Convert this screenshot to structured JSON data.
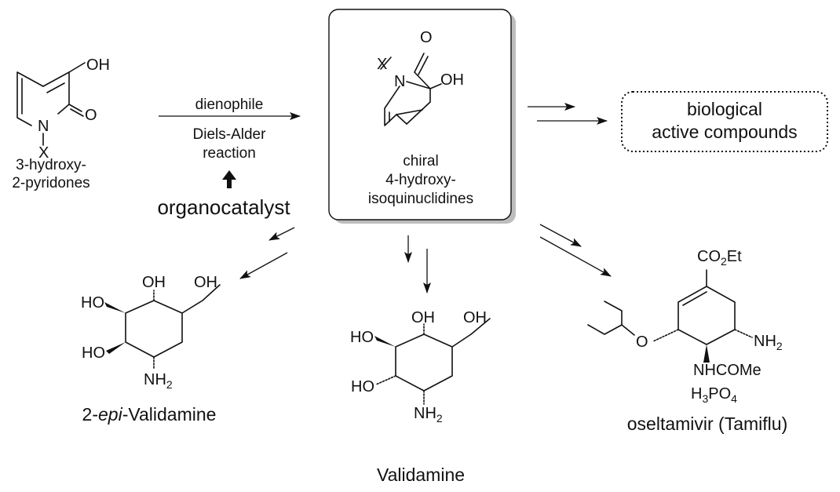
{
  "starting_material": {
    "atoms": {
      "oh": "OH",
      "o": "O",
      "n": "N",
      "x": "X"
    },
    "name_line1": "3-hydroxy-",
    "name_line2": "2-pyridones"
  },
  "reaction": {
    "above_arrow": "dienophile",
    "below_line1": "Diels-Alder",
    "below_line2": "reaction",
    "catalyst": "organocatalyst"
  },
  "intermediate": {
    "atoms": {
      "o": "O",
      "x": "X",
      "n": "N",
      "oh": "OH"
    },
    "name_line1": "chiral",
    "name_line2": "4-hydroxy-",
    "name_line3": "isoquinuclidines"
  },
  "target_box": {
    "line1": "biological",
    "line2": "active compounds"
  },
  "epi_validamine": {
    "atoms": {
      "oh_top": "OH",
      "oh_ch2": "OH",
      "ho_upper": "HO",
      "ho_lower": "HO",
      "nh2": "NH",
      "nh2_sub": "2"
    },
    "name_prefix": "2-",
    "name_italic": "epi",
    "name_suffix": "-Validamine"
  },
  "validamine": {
    "atoms": {
      "oh_top": "OH",
      "oh_ch2": "OH",
      "ho_upper": "HO",
      "ho_lower": "HO",
      "nh2": "NH",
      "nh2_sub": "2"
    },
    "name": "Validamine"
  },
  "oseltamivir": {
    "atoms": {
      "co2et_a": "CO",
      "co2et_sub": "2",
      "co2et_b": "Et",
      "o": "O",
      "nh2": "NH",
      "nh2_sub": "2",
      "nhcome": "NHCOMe",
      "h3po4_a": "H",
      "h3po4_sub1": "3",
      "h3po4_b": "PO",
      "h3po4_sub2": "4"
    },
    "name": "oseltamivir (Tamiflu)"
  },
  "colors": {
    "ink": "#111111",
    "background": "#ffffff",
    "box_shadow": "#bdbdbd"
  }
}
